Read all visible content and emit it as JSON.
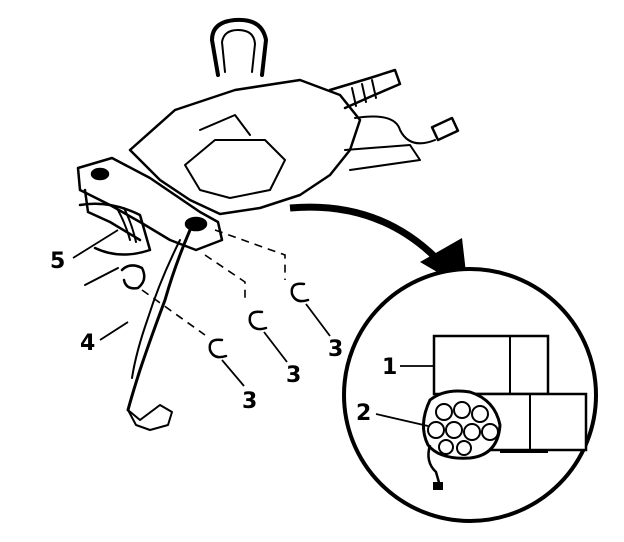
{
  "callouts": {
    "c1": "1",
    "c2": "2",
    "c3a": "3",
    "c3b": "3",
    "c3c": "3",
    "c4": "4",
    "c5": "5"
  },
  "colors": {
    "ink": "#000000",
    "paper": "#ffffff"
  }
}
